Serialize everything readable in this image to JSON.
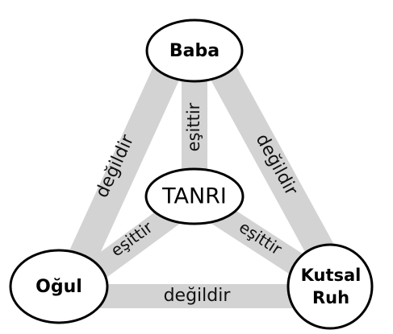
{
  "diagram": {
    "nodes": {
      "father": "Baba",
      "god": "TANRI",
      "son": "Oğul",
      "spirit_line1": "Kutsal",
      "spirit_line2": "Ruh"
    },
    "edges": {
      "father_spirit": "değildir",
      "father_son": "değildir",
      "son_spirit": "değildir",
      "father_god": "eşittir",
      "son_god": "eşittir",
      "spirit_god": "eşittir"
    },
    "colors": {
      "bar": "#d3d3d3",
      "node_fill": "#ffffff",
      "node_stroke": "#000000",
      "text": "#000000"
    }
  }
}
